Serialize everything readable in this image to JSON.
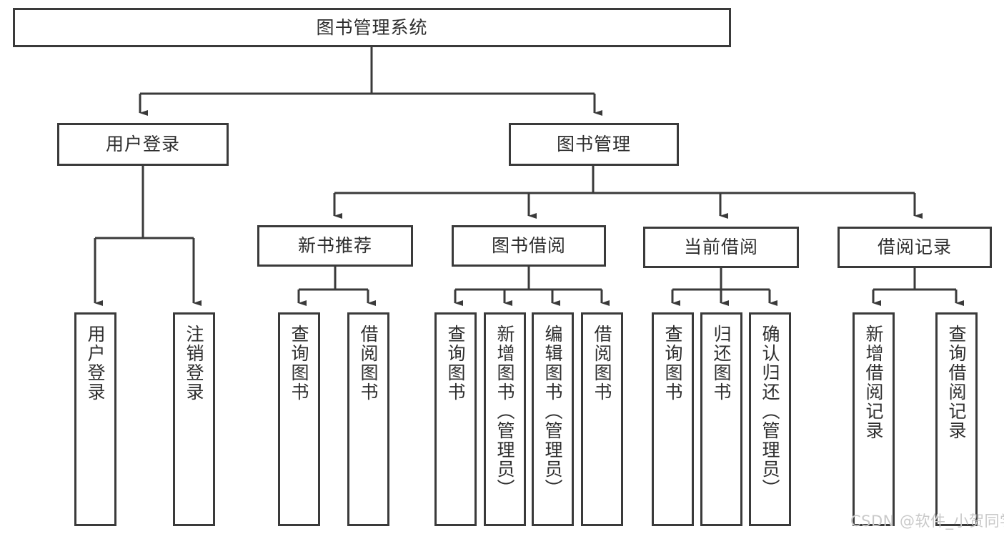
{
  "diagram": {
    "title_node": {
      "label": "图书管理系统"
    },
    "level2": [
      {
        "label": "用户登录"
      },
      {
        "label": "图书管理"
      }
    ],
    "level3": [
      {
        "label": "新书推荐"
      },
      {
        "label": "图书借阅"
      },
      {
        "label": "当前借阅"
      },
      {
        "label": "借阅记录"
      }
    ],
    "leaves": {
      "user_login": [
        {
          "label": "用户登录"
        },
        {
          "label": "注销登录"
        }
      ],
      "new_book_recommend": [
        {
          "label": "查询图书"
        },
        {
          "label": "借阅图书"
        }
      ],
      "book_borrow": [
        {
          "label": "查询图书"
        },
        {
          "label": "新增图书（管理员）"
        },
        {
          "label": "编辑图书（管理员）"
        },
        {
          "label": "借阅图书"
        }
      ],
      "current_borrow": [
        {
          "label": "查询图书"
        },
        {
          "label": "归还图书"
        },
        {
          "label": "确认归还（管理员）"
        }
      ],
      "borrow_record": [
        {
          "label": "新增借阅记录"
        },
        {
          "label": "查询借阅记录"
        }
      ]
    },
    "watermark": {
      "text": "CSDN @软件_小贺同学"
    },
    "colors": {
      "stroke": "#3a3a3a",
      "text": "#2e2e2e",
      "background": "#ffffff",
      "watermark": "#c9c9c9"
    }
  }
}
